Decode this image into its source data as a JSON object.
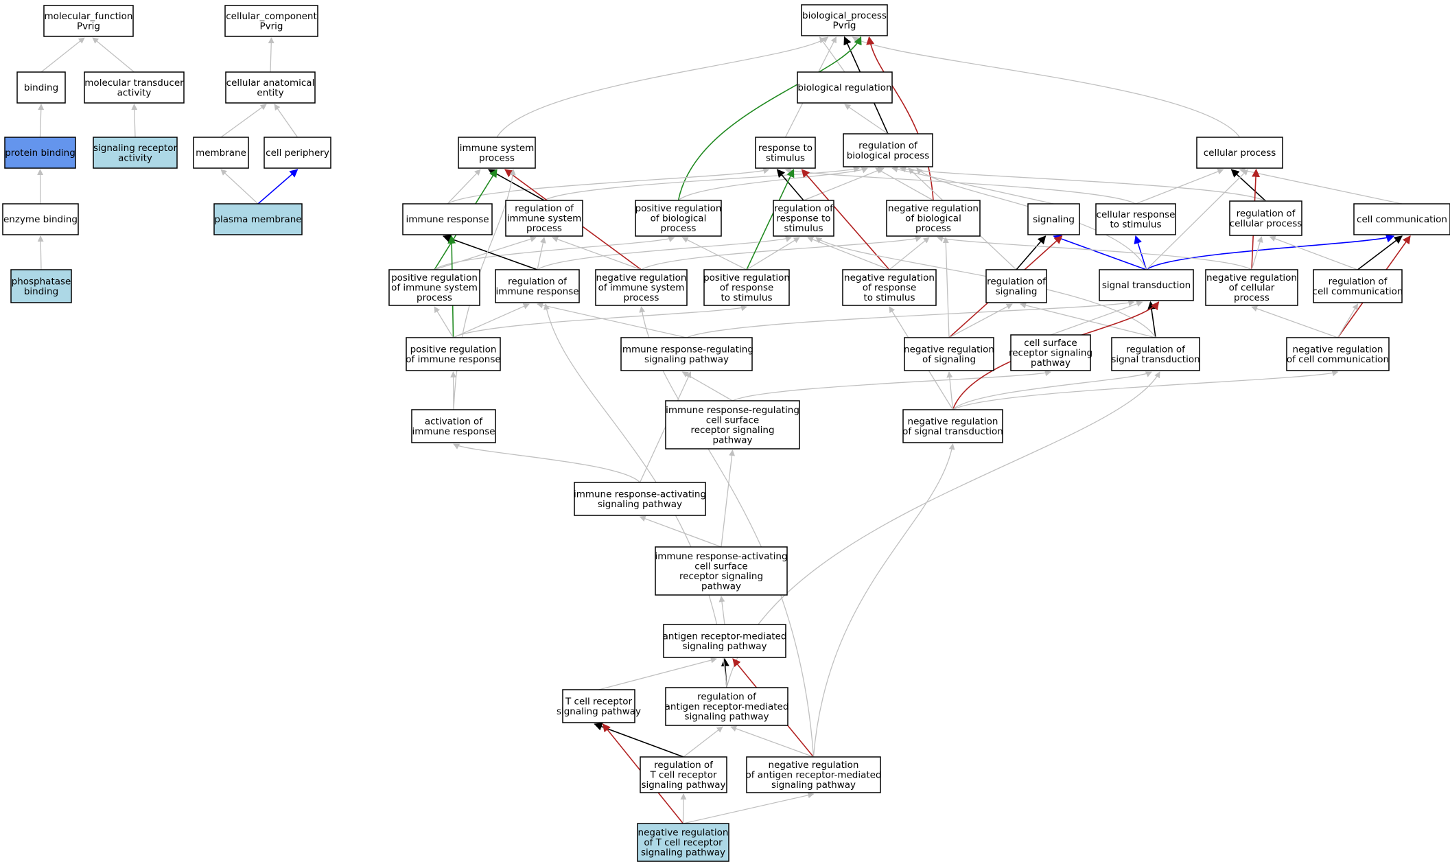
{
  "colors": {
    "background": "#ffffff",
    "node_fill": "#ffffff",
    "highlight_fill": "#6495ed",
    "annotated_fill": "#add8e6",
    "edge_is_a": "#c0c0c0",
    "edge_part_of": "#000000",
    "edge_positive": "#228b22",
    "edge_negative": "#b22222",
    "edge_member": "#0000ff"
  },
  "nodes": [
    {
      "id": "mf",
      "lines": [
        "molecular_function",
        "Pvrig"
      ],
      "fill": "white"
    },
    {
      "id": "binding",
      "lines": [
        "binding"
      ],
      "fill": "white"
    },
    {
      "id": "mtrans",
      "lines": [
        "molecular transducer",
        "activity"
      ],
      "fill": "white"
    },
    {
      "id": "protbind",
      "lines": [
        "protein binding"
      ],
      "fill": "highlight"
    },
    {
      "id": "sigrec",
      "lines": [
        "signaling receptor",
        "activity"
      ],
      "fill": "annotated"
    },
    {
      "id": "enzbind",
      "lines": [
        "enzyme binding"
      ],
      "fill": "white"
    },
    {
      "id": "phosbind",
      "lines": [
        "phosphatase",
        "binding"
      ],
      "fill": "annotated"
    },
    {
      "id": "cc",
      "lines": [
        "cellular_component",
        "Pvrig"
      ],
      "fill": "white"
    },
    {
      "id": "cae",
      "lines": [
        "cellular anatomical",
        "entity"
      ],
      "fill": "white"
    },
    {
      "id": "membrane",
      "lines": [
        "membrane"
      ],
      "fill": "white"
    },
    {
      "id": "periph",
      "lines": [
        "cell periphery"
      ],
      "fill": "white"
    },
    {
      "id": "plasma",
      "lines": [
        "plasma membrane"
      ],
      "fill": "annotated"
    },
    {
      "id": "bp",
      "lines": [
        "biological_process",
        "Pvrig"
      ],
      "fill": "white"
    },
    {
      "id": "bioreg",
      "lines": [
        "biological regulation"
      ],
      "fill": "white"
    },
    {
      "id": "iss",
      "lines": [
        "immune system",
        "process"
      ],
      "fill": "white"
    },
    {
      "id": "resp",
      "lines": [
        "response to",
        "stimulus"
      ],
      "fill": "white"
    },
    {
      "id": "regbp",
      "lines": [
        "regulation of",
        "biological process"
      ],
      "fill": "white"
    },
    {
      "id": "cellproc",
      "lines": [
        "cellular process"
      ],
      "fill": "white"
    },
    {
      "id": "immresp",
      "lines": [
        "immune response"
      ],
      "fill": "white"
    },
    {
      "id": "regiss",
      "lines": [
        "regulation of",
        "immune system",
        "process"
      ],
      "fill": "white"
    },
    {
      "id": "posregbp",
      "lines": [
        "positive regulation",
        "of biological",
        "process"
      ],
      "fill": "white"
    },
    {
      "id": "regresp",
      "lines": [
        "regulation of",
        "response to",
        "stimulus"
      ],
      "fill": "white"
    },
    {
      "id": "negregbp",
      "lines": [
        "negative regulation",
        "of biological",
        "process"
      ],
      "fill": "white"
    },
    {
      "id": "signaling",
      "lines": [
        "signaling"
      ],
      "fill": "white"
    },
    {
      "id": "cellresp",
      "lines": [
        "cellular response",
        "to stimulus"
      ],
      "fill": "white"
    },
    {
      "id": "regcp",
      "lines": [
        "regulation of",
        "cellular process"
      ],
      "fill": "white"
    },
    {
      "id": "cellcomm",
      "lines": [
        "cell communication"
      ],
      "fill": "white"
    },
    {
      "id": "posregiss",
      "lines": [
        "positive regulation",
        "of immune system",
        "process"
      ],
      "fill": "white"
    },
    {
      "id": "regir",
      "lines": [
        "regulation of",
        "immune response"
      ],
      "fill": "white"
    },
    {
      "id": "negregiss",
      "lines": [
        "negative regulation",
        "of immune system",
        "process"
      ],
      "fill": "white"
    },
    {
      "id": "posregresp",
      "lines": [
        "positive regulation",
        "of response",
        "to stimulus"
      ],
      "fill": "white"
    },
    {
      "id": "negregresp",
      "lines": [
        "negative regulation",
        "of response",
        "to stimulus"
      ],
      "fill": "white"
    },
    {
      "id": "regsig",
      "lines": [
        "regulation of",
        "signaling"
      ],
      "fill": "white"
    },
    {
      "id": "sigtrans",
      "lines": [
        "signal transduction"
      ],
      "fill": "white"
    },
    {
      "id": "negregcp",
      "lines": [
        "negative regulation",
        "of cellular",
        "process"
      ],
      "fill": "white"
    },
    {
      "id": "regcc",
      "lines": [
        "regulation of",
        "cell communication"
      ],
      "fill": "white"
    },
    {
      "id": "posregir",
      "lines": [
        "positive regulation",
        "of immune response"
      ],
      "fill": "white"
    },
    {
      "id": "irrsp",
      "lines": [
        "immune response-regulating",
        "signaling pathway"
      ],
      "fill": "white"
    },
    {
      "id": "negregsig",
      "lines": [
        "negative regulation",
        "of signaling"
      ],
      "fill": "white"
    },
    {
      "id": "csrsp",
      "lines": [
        "cell surface",
        "receptor signaling",
        "pathway"
      ],
      "fill": "white"
    },
    {
      "id": "regst",
      "lines": [
        "regulation of",
        "signal transduction"
      ],
      "fill": "white"
    },
    {
      "id": "negregcc",
      "lines": [
        "negative regulation",
        "of cell communication"
      ],
      "fill": "white"
    },
    {
      "id": "actir",
      "lines": [
        "activation of",
        "immune response"
      ],
      "fill": "white"
    },
    {
      "id": "irrcsrsp",
      "lines": [
        "immune response-regulating",
        "cell surface",
        "receptor signaling",
        "pathway"
      ],
      "fill": "white"
    },
    {
      "id": "negregst",
      "lines": [
        "negative regulation",
        "of signal transduction"
      ],
      "fill": "white"
    },
    {
      "id": "irasp",
      "lines": [
        "immune response-activating",
        "signaling pathway"
      ],
      "fill": "white"
    },
    {
      "id": "iracsrsp",
      "lines": [
        "immune response-activating",
        "cell surface",
        "receptor signaling",
        "pathway"
      ],
      "fill": "white"
    },
    {
      "id": "armsp",
      "lines": [
        "antigen receptor-mediated",
        "signaling pathway"
      ],
      "fill": "white"
    },
    {
      "id": "tcrsp",
      "lines": [
        "T cell receptor",
        "signaling pathway"
      ],
      "fill": "white"
    },
    {
      "id": "regarmsp",
      "lines": [
        "regulation of",
        "antigen receptor-mediated",
        "signaling pathway"
      ],
      "fill": "white"
    },
    {
      "id": "regtcr",
      "lines": [
        "regulation of",
        "T cell receptor",
        "signaling pathway"
      ],
      "fill": "white"
    },
    {
      "id": "negregarm",
      "lines": [
        "negative regulation",
        "of antigen receptor-mediated",
        "signaling pathway"
      ],
      "fill": "white"
    },
    {
      "id": "negregtcr",
      "lines": [
        "negative regulation",
        "of T cell receptor",
        "signaling pathway"
      ],
      "fill": "annotated"
    }
  ],
  "edges": [
    [
      "binding",
      "mf",
      "is_a"
    ],
    [
      "mtrans",
      "mf",
      "is_a"
    ],
    [
      "protbind",
      "binding",
      "is_a"
    ],
    [
      "sigrec",
      "mtrans",
      "is_a"
    ],
    [
      "enzbind",
      "protbind",
      "is_a"
    ],
    [
      "phosbind",
      "enzbind",
      "is_a"
    ],
    [
      "cae",
      "cc",
      "is_a"
    ],
    [
      "membrane",
      "cae",
      "is_a"
    ],
    [
      "periph",
      "cae",
      "is_a"
    ],
    [
      "plasma",
      "membrane",
      "is_a"
    ],
    [
      "plasma",
      "periph",
      "member"
    ],
    [
      "bioreg",
      "bp",
      "is_a"
    ],
    [
      "iss",
      "bp",
      "is_a"
    ],
    [
      "resp",
      "bp",
      "is_a"
    ],
    [
      "regbp",
      "bp",
      "part_of"
    ],
    [
      "regbp",
      "bioreg",
      "is_a"
    ],
    [
      "cellproc",
      "bp",
      "is_a"
    ],
    [
      "posregbp",
      "bp",
      "positive"
    ],
    [
      "negregbp",
      "bp",
      "negative"
    ],
    [
      "immresp",
      "iss",
      "is_a"
    ],
    [
      "immresp",
      "resp",
      "is_a"
    ],
    [
      "regiss",
      "iss",
      "part_of"
    ],
    [
      "regiss",
      "regbp",
      "is_a"
    ],
    [
      "posregbp",
      "regbp",
      "is_a"
    ],
    [
      "negregbp",
      "regbp",
      "is_a"
    ],
    [
      "regresp",
      "resp",
      "part_of"
    ],
    [
      "regresp",
      "regbp",
      "is_a"
    ],
    [
      "signaling",
      "regbp",
      "is_a"
    ],
    [
      "cellresp",
      "resp",
      "is_a"
    ],
    [
      "cellresp",
      "cellproc",
      "is_a"
    ],
    [
      "regcp",
      "cellproc",
      "part_of"
    ],
    [
      "regcp",
      "regbp",
      "is_a"
    ],
    [
      "cellcomm",
      "cellproc",
      "is_a"
    ],
    [
      "posregiss",
      "iss",
      "positive"
    ],
    [
      "posregiss",
      "regiss",
      "is_a"
    ],
    [
      "posregiss",
      "posregbp",
      "is_a"
    ],
    [
      "regir",
      "immresp",
      "part_of"
    ],
    [
      "regir",
      "regiss",
      "is_a"
    ],
    [
      "regir",
      "regresp",
      "is_a"
    ],
    [
      "negregiss",
      "iss",
      "negative"
    ],
    [
      "negregiss",
      "regiss",
      "is_a"
    ],
    [
      "negregiss",
      "negregbp",
      "is_a"
    ],
    [
      "posregresp",
      "resp",
      "positive"
    ],
    [
      "posregresp",
      "regresp",
      "is_a"
    ],
    [
      "posregresp",
      "posregbp",
      "is_a"
    ],
    [
      "negregresp",
      "resp",
      "negative"
    ],
    [
      "negregresp",
      "regresp",
      "is_a"
    ],
    [
      "negregresp",
      "negregbp",
      "is_a"
    ],
    [
      "regsig",
      "signaling",
      "part_of"
    ],
    [
      "regsig",
      "regbp",
      "is_a"
    ],
    [
      "sigtrans",
      "signaling",
      "member"
    ],
    [
      "sigtrans",
      "cellresp",
      "member"
    ],
    [
      "sigtrans",
      "cellcomm",
      "member"
    ],
    [
      "sigtrans",
      "cellproc",
      "is_a"
    ],
    [
      "sigtrans",
      "regbp",
      "is_a"
    ],
    [
      "negregcp",
      "cellproc",
      "negative"
    ],
    [
      "negregcp",
      "regcp",
      "is_a"
    ],
    [
      "negregcp",
      "negregbp",
      "is_a"
    ],
    [
      "regcc",
      "cellcomm",
      "part_of"
    ],
    [
      "regcc",
      "regcp",
      "is_a"
    ],
    [
      "posregir",
      "immresp",
      "positive"
    ],
    [
      "posregir",
      "regir",
      "is_a"
    ],
    [
      "posregir",
      "posregiss",
      "is_a"
    ],
    [
      "posregir",
      "posregresp",
      "is_a"
    ],
    [
      "irrsp",
      "regir",
      "is_a"
    ],
    [
      "irrsp",
      "sigtrans",
      "is_a"
    ],
    [
      "negregsig",
      "signaling",
      "negative"
    ],
    [
      "negregsig",
      "regsig",
      "is_a"
    ],
    [
      "negregsig",
      "negregbp",
      "is_a"
    ],
    [
      "csrsp",
      "sigtrans",
      "is_a"
    ],
    [
      "regst",
      "sigtrans",
      "part_of"
    ],
    [
      "regst",
      "regsig",
      "is_a"
    ],
    [
      "regst",
      "regresp",
      "is_a"
    ],
    [
      "negregcc",
      "cellcomm",
      "negative"
    ],
    [
      "negregcc",
      "regcc",
      "is_a"
    ],
    [
      "negregcc",
      "negregcp",
      "is_a"
    ],
    [
      "actir",
      "posregir",
      "is_a"
    ],
    [
      "actir",
      "iss",
      "is_a"
    ],
    [
      "irrcsrsp",
      "irrsp",
      "is_a"
    ],
    [
      "irrcsrsp",
      "csrsp",
      "is_a"
    ],
    [
      "negregst",
      "sigtrans",
      "negative"
    ],
    [
      "negregst",
      "regst",
      "is_a"
    ],
    [
      "negregst",
      "negregsig",
      "is_a"
    ],
    [
      "negregst",
      "negregresp",
      "is_a"
    ],
    [
      "negregst",
      "negregcc",
      "is_a"
    ],
    [
      "irasp",
      "actir",
      "is_a"
    ],
    [
      "irasp",
      "irrsp",
      "is_a"
    ],
    [
      "iracsrsp",
      "irasp",
      "is_a"
    ],
    [
      "iracsrsp",
      "irrcsrsp",
      "is_a"
    ],
    [
      "armsp",
      "iracsrsp",
      "is_a"
    ],
    [
      "tcrsp",
      "armsp",
      "is_a"
    ],
    [
      "regarmsp",
      "armsp",
      "part_of"
    ],
    [
      "regarmsp",
      "regir",
      "is_a"
    ],
    [
      "regarmsp",
      "regst",
      "is_a"
    ],
    [
      "regtcr",
      "tcrsp",
      "part_of"
    ],
    [
      "regtcr",
      "regarmsp",
      "is_a"
    ],
    [
      "negregarm",
      "armsp",
      "negative"
    ],
    [
      "negregarm",
      "regarmsp",
      "is_a"
    ],
    [
      "negregarm",
      "negregiss",
      "is_a"
    ],
    [
      "negregarm",
      "negregst",
      "is_a"
    ],
    [
      "negregtcr",
      "tcrsp",
      "negative"
    ],
    [
      "negregtcr",
      "regtcr",
      "is_a"
    ],
    [
      "negregtcr",
      "negregarm",
      "is_a"
    ]
  ]
}
